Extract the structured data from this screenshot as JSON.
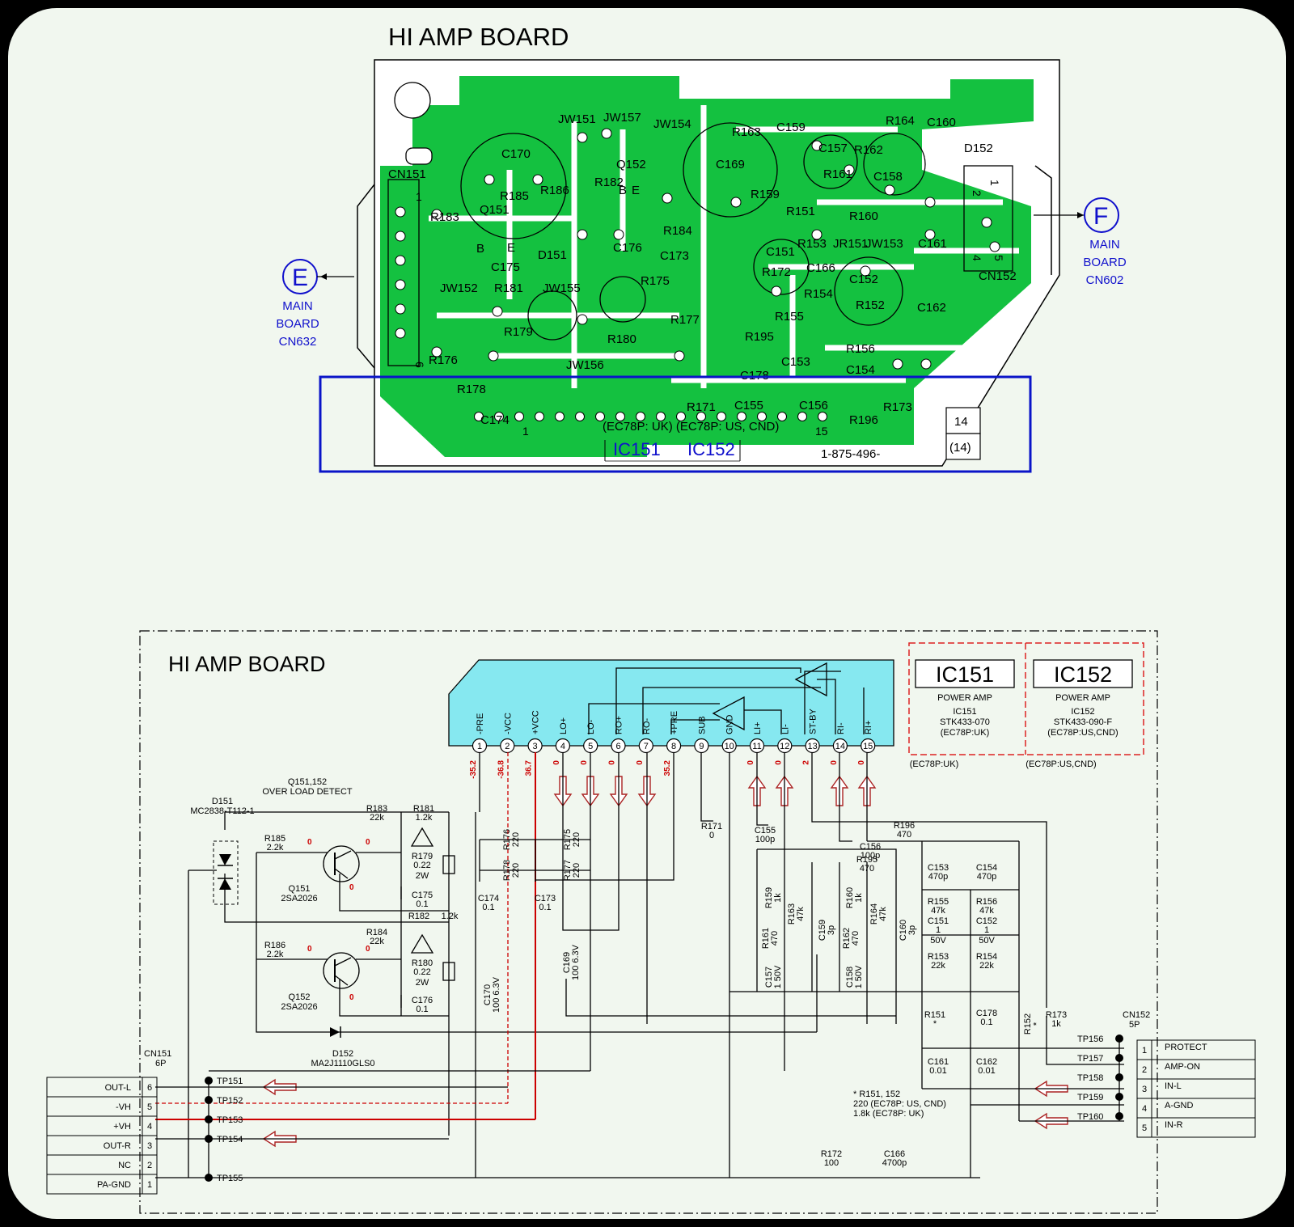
{
  "colors": {
    "page_bg": "#f1f7ef",
    "pcb_green": "#14c140",
    "ic_cyan": "#86e8f0",
    "highlight_blue": "#0a14c8",
    "label_blue": "#1010cc",
    "voltage_red": "#cc0000",
    "dashed_red": "#dd2222"
  },
  "pcb": {
    "title": "HI AMP BOARD",
    "left_connector": {
      "letter": "E",
      "lines": [
        "MAIN",
        "BOARD",
        "CN632"
      ],
      "icon": "circle-letter-icon"
    },
    "right_connector": {
      "letter": "F",
      "lines": [
        "MAIN",
        "BOARD",
        "CN602"
      ],
      "icon": "circle-letter-icon"
    },
    "component_labels": [
      "CN151",
      "JW151",
      "JW157",
      "JW154",
      "R163",
      "C159",
      "R164",
      "C160",
      "D152",
      "C170",
      "R182",
      "Q152",
      "C169",
      "C157",
      "R162",
      "R185",
      "R186",
      "R161",
      "C158",
      "Q151",
      "R159",
      "R151",
      "R160",
      "R183",
      "R184",
      "C176",
      "C173",
      "JR151",
      "JW153",
      "C161",
      "R153",
      "C175",
      "D151",
      "C151",
      "C166",
      "C152",
      "JW152",
      "R181",
      "JW155",
      "R175",
      "R172",
      "R154",
      "R152",
      "C162",
      "R179",
      "R177",
      "R155",
      "R195",
      "R180",
      "C153",
      "R156",
      "R176",
      "JW156",
      "C154",
      "C178",
      "R178",
      "R171",
      "C155",
      "C156",
      "R173",
      "C174",
      "R196",
      "CN152",
      "B",
      "E",
      "B",
      "E"
    ],
    "pin_labels": [
      "1",
      "6",
      "1",
      "15",
      "2",
      "4",
      "5",
      "1"
    ],
    "ic_note": "(EC78P: UK) (EC78P: US, CND)",
    "ic151": "IC151",
    "ic152": "IC152",
    "board_number": "1-875-496-",
    "box_top": "14",
    "box_bottom": "(14)"
  },
  "schematic": {
    "title": "HI AMP BOARD",
    "ic_pins": [
      {
        "num": "1",
        "name": "-PRE",
        "volt": "-35.2"
      },
      {
        "num": "2",
        "name": "-VCC",
        "volt": "-36.8"
      },
      {
        "num": "3",
        "name": "+VCC",
        "volt": "36.7"
      },
      {
        "num": "4",
        "name": "LO+",
        "volt": "0"
      },
      {
        "num": "5",
        "name": "LO-",
        "volt": "0"
      },
      {
        "num": "6",
        "name": "RO+",
        "volt": "0"
      },
      {
        "num": "7",
        "name": "RO-",
        "volt": "0"
      },
      {
        "num": "8",
        "name": "+PRE",
        "volt": "35.2"
      },
      {
        "num": "9",
        "name": "SUB",
        "volt": ""
      },
      {
        "num": "10",
        "name": "GND",
        "volt": ""
      },
      {
        "num": "11",
        "name": "LI+",
        "volt": "0"
      },
      {
        "num": "12",
        "name": "LI-",
        "volt": "0"
      },
      {
        "num": "13",
        "name": "ST-BY",
        "volt": "2"
      },
      {
        "num": "14",
        "name": "RI-",
        "volt": "0"
      },
      {
        "num": "15",
        "name": "RI+",
        "volt": "0"
      }
    ],
    "ic_boxes": [
      {
        "title": "IC151",
        "l1": "POWER AMP",
        "l2": "IC151",
        "l3": "STK433-070",
        "l4": "(EC78P:UK)",
        "under": "(EC78P:UK)"
      },
      {
        "title": "IC152",
        "l1": "POWER AMP",
        "l2": "IC152",
        "l3": "STK433-090-F",
        "l4": "(EC78P:US,CND)",
        "under": "(EC78P:US,CND)"
      }
    ],
    "q_note": "Q151,152",
    "q_note2": "OVER LOAD DETECT",
    "d151": "D151",
    "d151_part": "MC2838-T112-1",
    "d152": "D152",
    "d152_part": "MA2J1110GLS0",
    "q151": "Q151",
    "q151_part": "2SA2026",
    "q152": "Q152",
    "q152_part": "2SA2026",
    "transistor_volts": [
      "0",
      "0",
      "0",
      "0",
      "0",
      "0"
    ],
    "parts": [
      {
        "name": "R183",
        "val": "22k"
      },
      {
        "name": "R181",
        "val": "1.2k"
      },
      {
        "name": "R185",
        "val": "2.2k"
      },
      {
        "name": "R179",
        "val": "0.22"
      },
      {
        "name": "R179W",
        "val": "2W"
      },
      {
        "name": "C175",
        "val": "0.1"
      },
      {
        "name": "R182",
        "val": ""
      },
      {
        "name": "R182V",
        "val": "1.2k"
      },
      {
        "name": "R184",
        "val": "22k"
      },
      {
        "name": "R186",
        "val": "2.2k"
      },
      {
        "name": "R180",
        "val": "0.22"
      },
      {
        "name": "R180W",
        "val": "2W"
      },
      {
        "name": "C176",
        "val": "0.1"
      },
      {
        "name": "R176",
        "val": "220"
      },
      {
        "name": "R178",
        "val": "220"
      },
      {
        "name": "C174",
        "val": "0.1"
      },
      {
        "name": "R175",
        "val": "220"
      },
      {
        "name": "R177",
        "val": "220"
      },
      {
        "name": "C173",
        "val": "0.1"
      },
      {
        "name": "C170",
        "val": "100 6.3V"
      },
      {
        "name": "C169",
        "val": "100 6.3V"
      },
      {
        "name": "R171",
        "val": "0"
      },
      {
        "name": "C155",
        "val": "100p"
      },
      {
        "name": "R196",
        "val": "470"
      },
      {
        "name": "C156",
        "val": "100p"
      },
      {
        "name": "R195",
        "val": "470"
      },
      {
        "name": "C153",
        "val": "470p"
      },
      {
        "name": "C154",
        "val": "470p"
      },
      {
        "name": "R155",
        "val": "47k"
      },
      {
        "name": "R156",
        "val": "47k"
      },
      {
        "name": "C151",
        "val": "1"
      },
      {
        "name": "C151V",
        "val": "50V"
      },
      {
        "name": "C152",
        "val": "1"
      },
      {
        "name": "C152V",
        "val": "50V"
      },
      {
        "name": "R153",
        "val": "22k"
      },
      {
        "name": "R154",
        "val": "22k"
      },
      {
        "name": "R159",
        "val": "1k"
      },
      {
        "name": "R160",
        "val": "1k"
      },
      {
        "name": "R161",
        "val": "470"
      },
      {
        "name": "R162",
        "val": "470"
      },
      {
        "name": "R163",
        "val": "47k"
      },
      {
        "name": "R164",
        "val": "47k"
      },
      {
        "name": "C159",
        "val": "3p"
      },
      {
        "name": "C160",
        "val": "3p"
      },
      {
        "name": "C157",
        "val": "1 50V"
      },
      {
        "name": "C158",
        "val": "1 50V"
      },
      {
        "name": "C178",
        "val": "0.1"
      },
      {
        "name": "R151",
        "val": "*"
      },
      {
        "name": "R152",
        "val": "*"
      },
      {
        "name": "R173",
        "val": "1k"
      },
      {
        "name": "C161",
        "val": "0.01"
      },
      {
        "name": "C162",
        "val": "0.01"
      },
      {
        "name": "R172",
        "val": "100"
      },
      {
        "name": "C166",
        "val": "4700p"
      }
    ],
    "note": [
      "* R151, 152",
      "220 (EC78P: US, CND)",
      "1.8k (EC78P: UK)"
    ],
    "cn151": {
      "name": "CN151",
      "pins": "6P",
      "rows": [
        {
          "label": "OUT-L",
          "num": "6",
          "tp": "TP151"
        },
        {
          "label": "-VH",
          "num": "5",
          "tp": "TP152"
        },
        {
          "label": "+VH",
          "num": "4",
          "tp": "TP153"
        },
        {
          "label": "OUT-R",
          "num": "3",
          "tp": "TP154"
        },
        {
          "label": "NC",
          "num": "2",
          "tp": ""
        },
        {
          "label": "PA-GND",
          "num": "1",
          "tp": "TP155"
        }
      ]
    },
    "cn152": {
      "name": "CN152",
      "pins": "5P",
      "rows": [
        {
          "num": "1",
          "label": "PROTECT",
          "tp": "TP156"
        },
        {
          "num": "2",
          "label": "AMP-ON",
          "tp": "TP157"
        },
        {
          "num": "3",
          "label": "IN-L",
          "tp": "TP158"
        },
        {
          "num": "4",
          "label": "A-GND",
          "tp": "TP159"
        },
        {
          "num": "5",
          "label": "IN-R",
          "tp": "TP160"
        }
      ]
    }
  }
}
